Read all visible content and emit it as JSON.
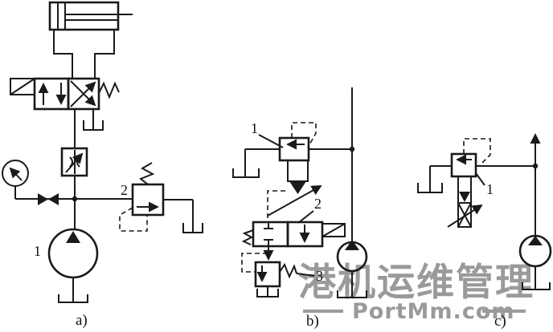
{
  "colors": {
    "background": "#ffffff",
    "line": "#1a1a1a",
    "watermark": "#9a9a9a"
  },
  "watermark": {
    "brand": "港机运维管理",
    "site": "PortMm.com"
  },
  "diagram_a": {
    "caption": "a)",
    "pump_label": "1",
    "relief_valve_label": "2",
    "symbols": [
      "cylinder",
      "solenoid-directional-valve",
      "flow-control-valve",
      "pressure-gauge",
      "shutoff-valve",
      "relief-valve",
      "pump",
      "tank"
    ]
  },
  "diagram_b": {
    "caption": "b)",
    "pilot_valve_label": "1",
    "solenoid_valve_label": "2",
    "relief_valve_label": "3",
    "symbols": [
      "pilot-operated-valve",
      "adjustable-throttle",
      "solenoid-valve",
      "relief-valve",
      "pump",
      "tank"
    ]
  },
  "diagram_c": {
    "caption": "c)",
    "pilot_valve_label": "1",
    "symbols": [
      "pilot-operated-valve",
      "adjustable-throttle",
      "pump",
      "tank"
    ]
  }
}
